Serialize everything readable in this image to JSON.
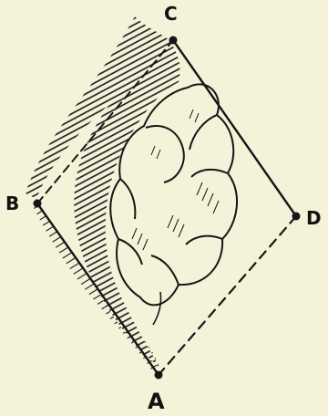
{
  "colors": {
    "paper": "#f4f2d9",
    "ink": "#161616"
  },
  "vertices": {
    "a": "A",
    "b": "B",
    "c": "C",
    "d": "D"
  },
  "edges": {
    "ab": "solid",
    "bc": "dashed",
    "cd": "solid",
    "da": "dashed"
  }
}
